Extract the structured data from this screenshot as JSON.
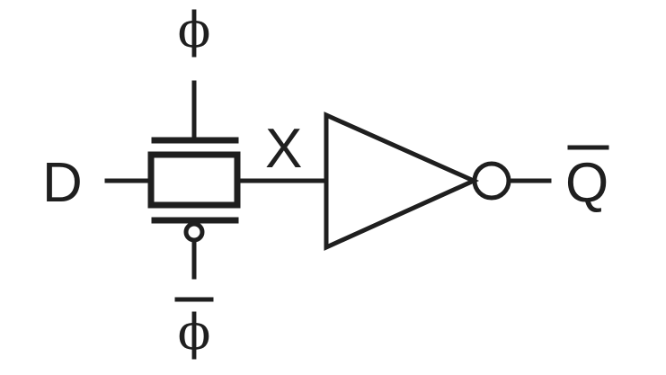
{
  "labels": {
    "clock": "ϕ",
    "clock_bar": "ϕ",
    "input": "D",
    "node": "X",
    "output": "Q"
  },
  "colors": {
    "ink": "#1f1f1f",
    "background": "#ffffff"
  }
}
